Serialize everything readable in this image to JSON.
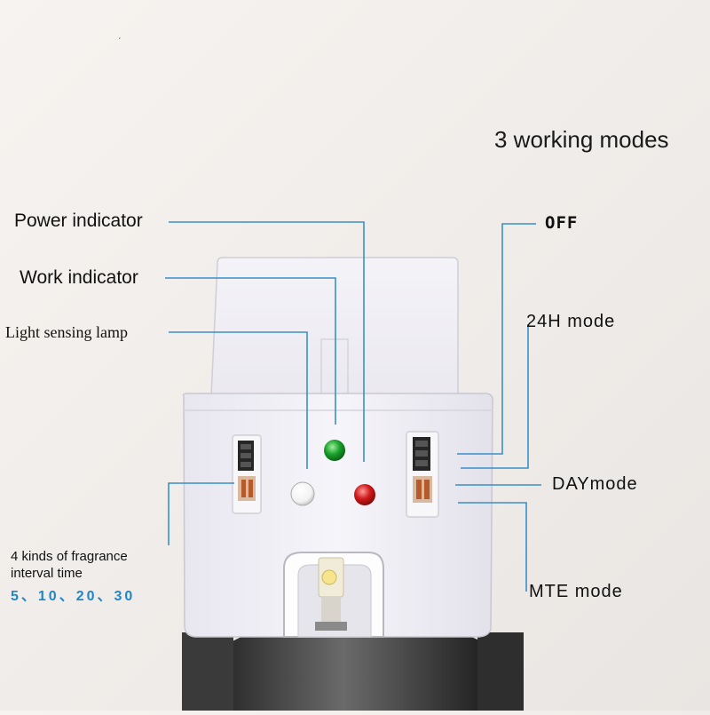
{
  "labels": {
    "title": "3 working modes",
    "power_indicator": "Power indicator",
    "work_indicator": "Work indicator",
    "light_sensing_lamp": "Light sensing lamp",
    "off": "OFF",
    "mode_24h": "24H mode",
    "mode_day": "DAYmode",
    "mode_mte": "MTE mode",
    "fragrance_note": "4 kinds of fragrance interval time",
    "interval_values": "5、10、20、30"
  },
  "colors": {
    "leader_line": "#3a8fc9",
    "interval_text": "#1f86c8",
    "green_led": "#1aa02a",
    "red_led": "#d11a1a",
    "device_body": "#f1eff4"
  }
}
